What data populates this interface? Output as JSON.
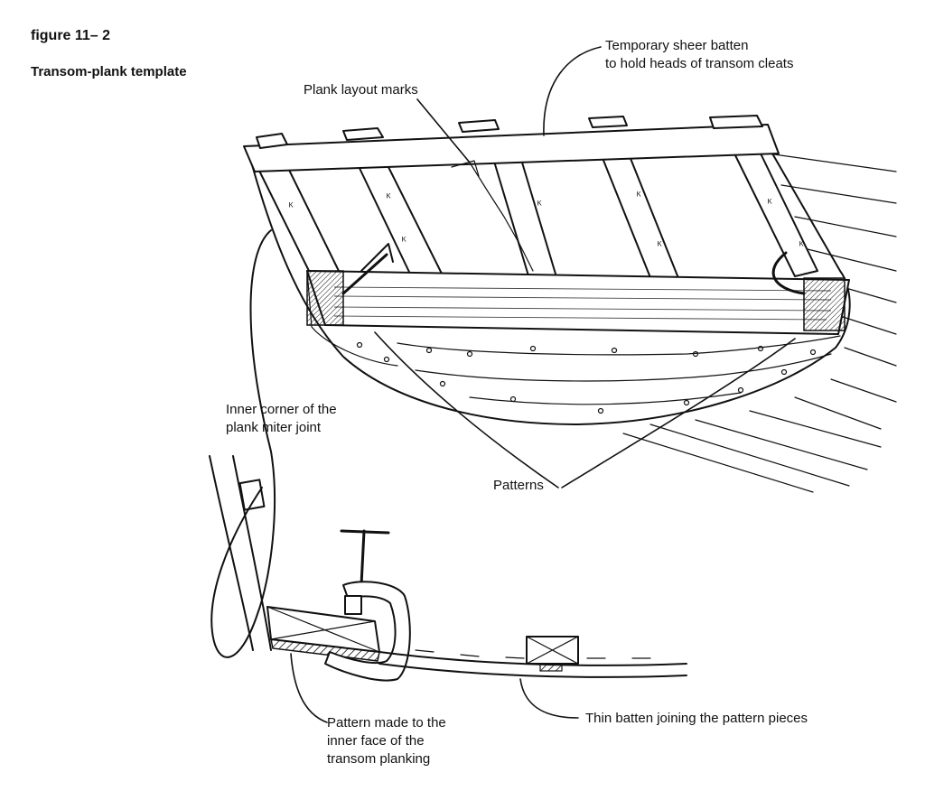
{
  "figure": {
    "number": "figure 11– 2",
    "title": "Transom-plank template"
  },
  "labels": {
    "sheer_batten": [
      "Temporary sheer batten",
      "to hold heads of transom cleats"
    ],
    "layout_marks": "Plank layout marks",
    "inner_corner": [
      "Inner corner of the",
      "plank miter joint"
    ],
    "patterns": "Patterns",
    "pattern_made": [
      "Pattern made to the",
      "inner face of the",
      "transom planking"
    ],
    "thin_batten": "Thin batten joining the pattern pieces"
  }
}
